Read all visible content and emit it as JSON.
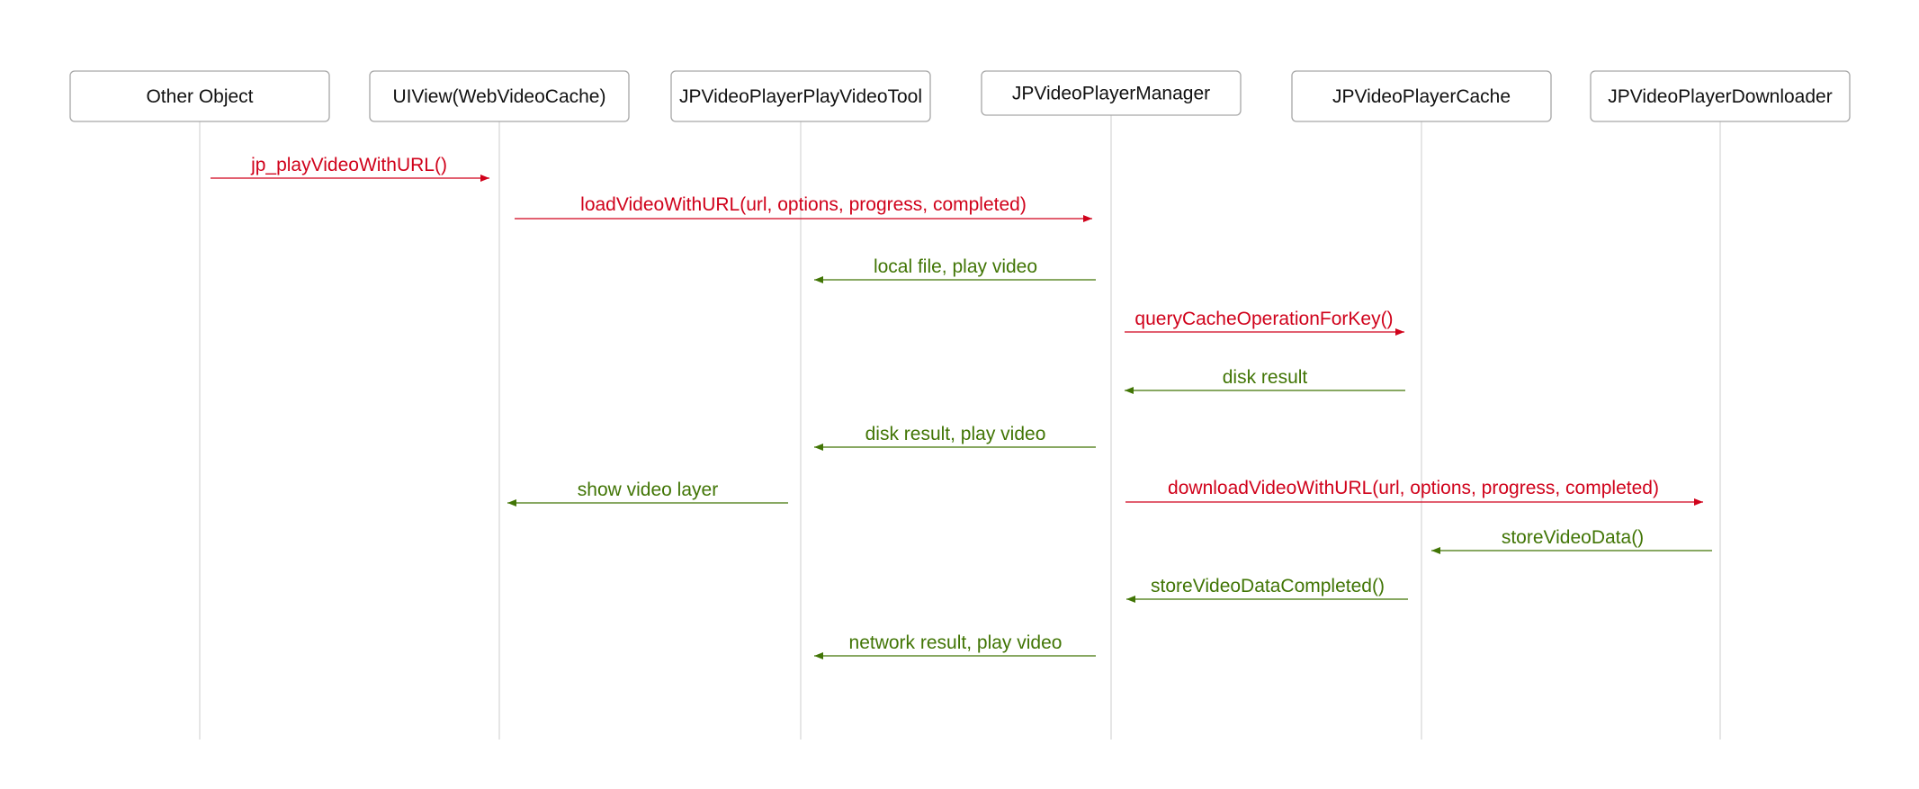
{
  "diagram": {
    "type": "sequence",
    "colors": {
      "call": "#d0021b",
      "return": "#417505",
      "lifeline": "#d9d9d9",
      "box_border": "#a6a6a6",
      "label": "#111111"
    },
    "actors": [
      {
        "id": "other",
        "name": "Other Object"
      },
      {
        "id": "uiview",
        "name": "UIView(WebVideoCache)"
      },
      {
        "id": "tool",
        "name": "JPVideoPlayerPlayVideoTool"
      },
      {
        "id": "manager",
        "name": "JPVideoPlayerManager"
      },
      {
        "id": "cache",
        "name": "JPVideoPlayerCache"
      },
      {
        "id": "downloader",
        "name": "JPVideoPlayerDownloader"
      }
    ],
    "messages": [
      {
        "from": "other",
        "to": "uiview",
        "label": "jp_playVideoWithURL()",
        "kind": "call"
      },
      {
        "from": "uiview",
        "to": "manager",
        "label": "loadVideoWithURL(url, options, progress, completed)",
        "kind": "call"
      },
      {
        "from": "manager",
        "to": "tool",
        "label": "local file, play video",
        "kind": "return"
      },
      {
        "from": "manager",
        "to": "cache",
        "label": "queryCacheOperationForKey()",
        "kind": "call"
      },
      {
        "from": "cache",
        "to": "manager",
        "label": "disk result",
        "kind": "return"
      },
      {
        "from": "manager",
        "to": "tool",
        "label": "disk result, play video",
        "kind": "return"
      },
      {
        "from": "tool",
        "to": "uiview",
        "label": "show video layer",
        "kind": "return"
      },
      {
        "from": "manager",
        "to": "downloader",
        "label": "downloadVideoWithURL(url, options, progress, completed)",
        "kind": "call"
      },
      {
        "from": "downloader",
        "to": "cache",
        "label": "storeVideoData()",
        "kind": "return"
      },
      {
        "from": "cache",
        "to": "manager",
        "label": "storeVideoDataCompleted()",
        "kind": "return"
      },
      {
        "from": "manager",
        "to": "tool",
        "label": "network result, play video",
        "kind": "return"
      }
    ]
  }
}
